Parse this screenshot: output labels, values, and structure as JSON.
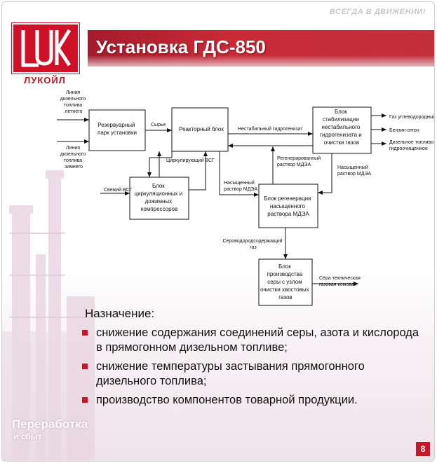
{
  "header": {
    "slogan": "ВСЕГДА В ДВИЖЕНИИ!",
    "title": "Установка ГДС-850",
    "logo_text": "ЛУКОЙЛ"
  },
  "diagram": {
    "inputs": {
      "summer_fuel": [
        "Линия",
        "дизельного",
        "топлива",
        "летнего"
      ],
      "winter_fuel": [
        "Линия",
        "дизельного",
        "топлива",
        "зимнего"
      ],
      "fresh_hydrogen": "Свежий ВСГ"
    },
    "blocks": {
      "tank_park": [
        "Резервуарный",
        "парк установки"
      ],
      "reactor": [
        "Реакторный блок"
      ],
      "stabilization": [
        "Блок",
        "стабилизации",
        "нестабильного",
        "гидрогенизата и",
        "очистки газов"
      ],
      "compressors": [
        "Блок",
        "циркуляционных и",
        "дожимных",
        "компрессоров"
      ],
      "mdea_regen": [
        "Блок регенерации",
        "насыщенного",
        "раствора МДЭА"
      ],
      "sulfur": [
        "Блок",
        "производства",
        "серы с узлом",
        "очистки хвостовых",
        "газов"
      ]
    },
    "flows": {
      "raw": "Сырье",
      "unstable": "Нестабильный гидрогенизат",
      "circ_hydrogen": "Циркулирующий ВСГ",
      "regen_mdea": [
        "Регенерированный",
        "раствор МДЭА"
      ],
      "saturated_mdea_left": [
        "Насыщенный",
        "раствор МДЭА"
      ],
      "saturated_mdea_right": [
        "Насыщенный",
        "раствор МДЭА"
      ],
      "h2s_gas": [
        "Сероводородсодержащий",
        "газ"
      ]
    },
    "outputs": {
      "hydrocarbon_gas": "Газ углеводородный",
      "gasoline": "Бензин-отгон",
      "diesel": [
        "Дизельное топливо",
        "гидроочищенное"
      ],
      "sulfur": [
        "Сера техническая",
        "газовая комовая"
      ]
    }
  },
  "purpose": {
    "title": "Назначение:",
    "items": [
      "снижение содержания соединений серы, азота и кислорода в прямогонном дизельном топливе;",
      "снижение температуры застывания прямогонного дизельного топлива;",
      "производство компонентов товарной продукции."
    ]
  },
  "footer": {
    "line1": "Переработка",
    "line2": "и сбыт",
    "page_number": "8"
  },
  "colors": {
    "brand_red": "#ce1126",
    "title_bar": "#c92a36",
    "bullet": "#d2112a"
  }
}
